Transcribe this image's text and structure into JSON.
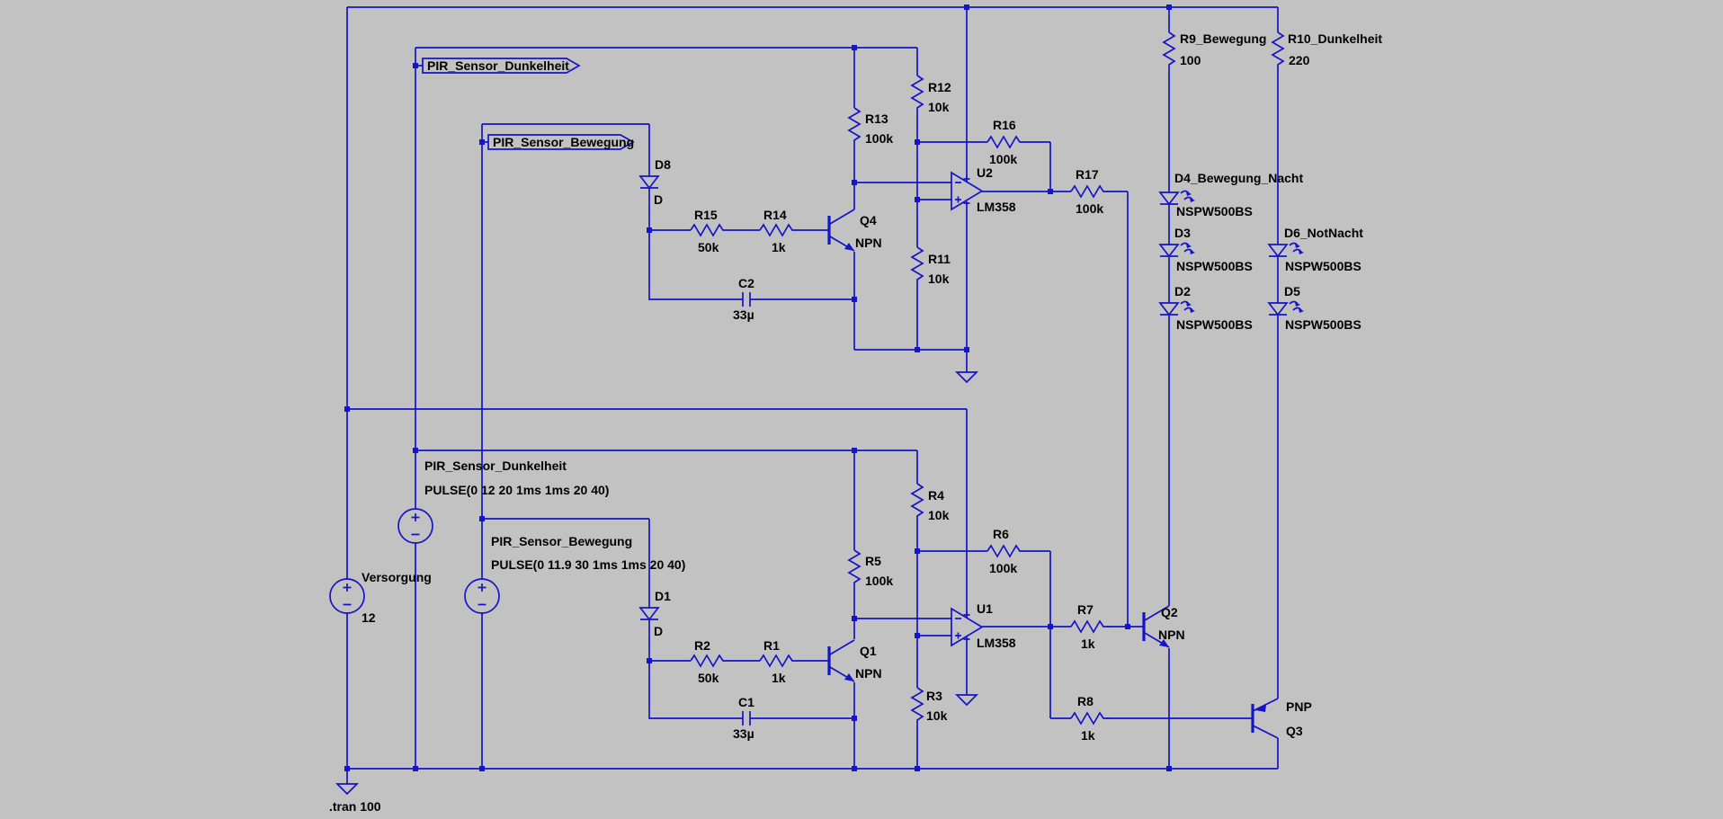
{
  "canvas": {
    "background": "#c2c2c2",
    "wire_color": "#1414c8",
    "text_color": "#000000"
  },
  "directive": ".tran 100",
  "net_flags": {
    "dunkelheit": {
      "label": "PIR_Sensor_Dunkelheit"
    },
    "bewegung": {
      "label": "PIR_Sensor_Bewegung"
    }
  },
  "sources": {
    "versorgung": {
      "name": "Versorgung",
      "value": "12"
    },
    "pir_dunkelheit": {
      "name": "PIR_Sensor_Dunkelheit",
      "value": "PULSE(0 12 20 1ms 1ms 20 40)"
    },
    "pir_bewegung": {
      "name": "PIR_Sensor_Bewegung",
      "value": "PULSE(0 11.9 30 1ms 1ms 20 40)"
    }
  },
  "components": {
    "R1": {
      "label": "R1",
      "value": "1k"
    },
    "R2": {
      "label": "R2",
      "value": "50k"
    },
    "R3": {
      "label": "R3",
      "value": "10k"
    },
    "R4": {
      "label": "R4",
      "value": "10k"
    },
    "R5": {
      "label": "R5",
      "value": "100k"
    },
    "R6": {
      "label": "R6",
      "value": "100k"
    },
    "R7": {
      "label": "R7",
      "value": "1k"
    },
    "R8": {
      "label": "R8",
      "value": "1k"
    },
    "R9": {
      "label": "R9_Bewegung",
      "value": "100"
    },
    "R10": {
      "label": "R10_Dunkelheit",
      "value": "220"
    },
    "R11": {
      "label": "R11",
      "value": "10k"
    },
    "R12": {
      "label": "R12",
      "value": "10k"
    },
    "R13": {
      "label": "R13",
      "value": "100k"
    },
    "R14": {
      "label": "R14",
      "value": "1k"
    },
    "R15": {
      "label": "R15",
      "value": "50k"
    },
    "R16": {
      "label": "R16",
      "value": "100k"
    },
    "R17": {
      "label": "R17",
      "value": "100k"
    },
    "C1": {
      "label": "C1",
      "value": "33µ"
    },
    "C2": {
      "label": "C2",
      "value": "33µ"
    },
    "D1": {
      "label": "D1",
      "value": "D"
    },
    "D8": {
      "label": "D8",
      "value": "D"
    },
    "D2": {
      "label": "D2",
      "value": "NSPW500BS"
    },
    "D3": {
      "label": "D3",
      "value": "NSPW500BS"
    },
    "D4": {
      "label": "D4_Bewegung_Nacht",
      "value": "NSPW500BS"
    },
    "D5": {
      "label": "D5",
      "value": "NSPW500BS"
    },
    "D6": {
      "label": "D6_NotNacht",
      "value": "NSPW500BS"
    },
    "Q1": {
      "label": "Q1",
      "value": "NPN"
    },
    "Q2": {
      "label": "Q2",
      "value": "NPN"
    },
    "Q3": {
      "label": "Q3",
      "value": "PNP"
    },
    "Q4": {
      "label": "Q4",
      "value": "NPN"
    },
    "U1": {
      "label": "U1",
      "value": "LM358"
    },
    "U2": {
      "label": "U2",
      "value": "LM358"
    }
  }
}
